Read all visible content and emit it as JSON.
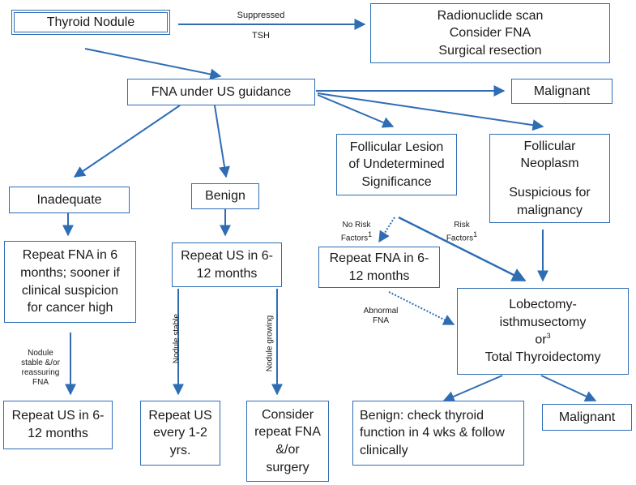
{
  "nodes": {
    "thyroid_nodule": "Thyroid Nodule",
    "radionuclide": [
      "Radionuclide scan",
      "Consider FNA",
      "Surgical resection"
    ],
    "fna_us": "FNA under US guidance",
    "malignant_top": "Malignant",
    "flus": [
      "Follicular Lesion",
      "of Undetermined",
      "Significance"
    ],
    "follicular_neoplasm": [
      "Follicular",
      "Neoplasm"
    ],
    "suspicious": [
      "Suspicious for",
      "malignancy"
    ],
    "inadequate": "Inadequate",
    "benign": "Benign",
    "repeat_fna_6": [
      "Repeat FNA in 6",
      "months; sooner if",
      "clinical suspicion",
      "for cancer high"
    ],
    "repeat_us_6_12": [
      "Repeat US in 6-",
      "12 months"
    ],
    "repeat_fna_6_12": [
      "Repeat FNA in 6-",
      "12 months"
    ],
    "lobectomy": [
      "Lobectomy-",
      "isthmusectomy",
      "or",
      "3",
      "Total Thyroidectomy"
    ],
    "repeat_us_bottom": [
      "Repeat US in 6-",
      "12 months"
    ],
    "repeat_us_1_2": [
      "Repeat US",
      "every 1-2",
      "yrs."
    ],
    "consider_repeat": [
      "Consider",
      "repeat FNA",
      "&/or",
      "surgery"
    ],
    "benign_check": [
      "Benign: check thyroid",
      "function in 4 wks & follow",
      "clinically"
    ],
    "malignant_bottom": "Malignant"
  },
  "edge_labels": {
    "suppressed": "Suppressed",
    "tsh": "TSH",
    "no_risk": "No Risk",
    "factors_1": "Factors",
    "sup_1": "1",
    "risk": "Risk",
    "factors_2": "Factors",
    "sup_2": "1",
    "abnormal": "Abnormal",
    "fna": "FNA",
    "nodule_stable_reassuring": [
      "Nodule",
      "stable &/or",
      "reassuring",
      "FNA"
    ],
    "nodule_stable": "Nodule stable",
    "nodule_growing": "Nodule growing"
  },
  "colors": {
    "accent": "#2e6db4"
  }
}
